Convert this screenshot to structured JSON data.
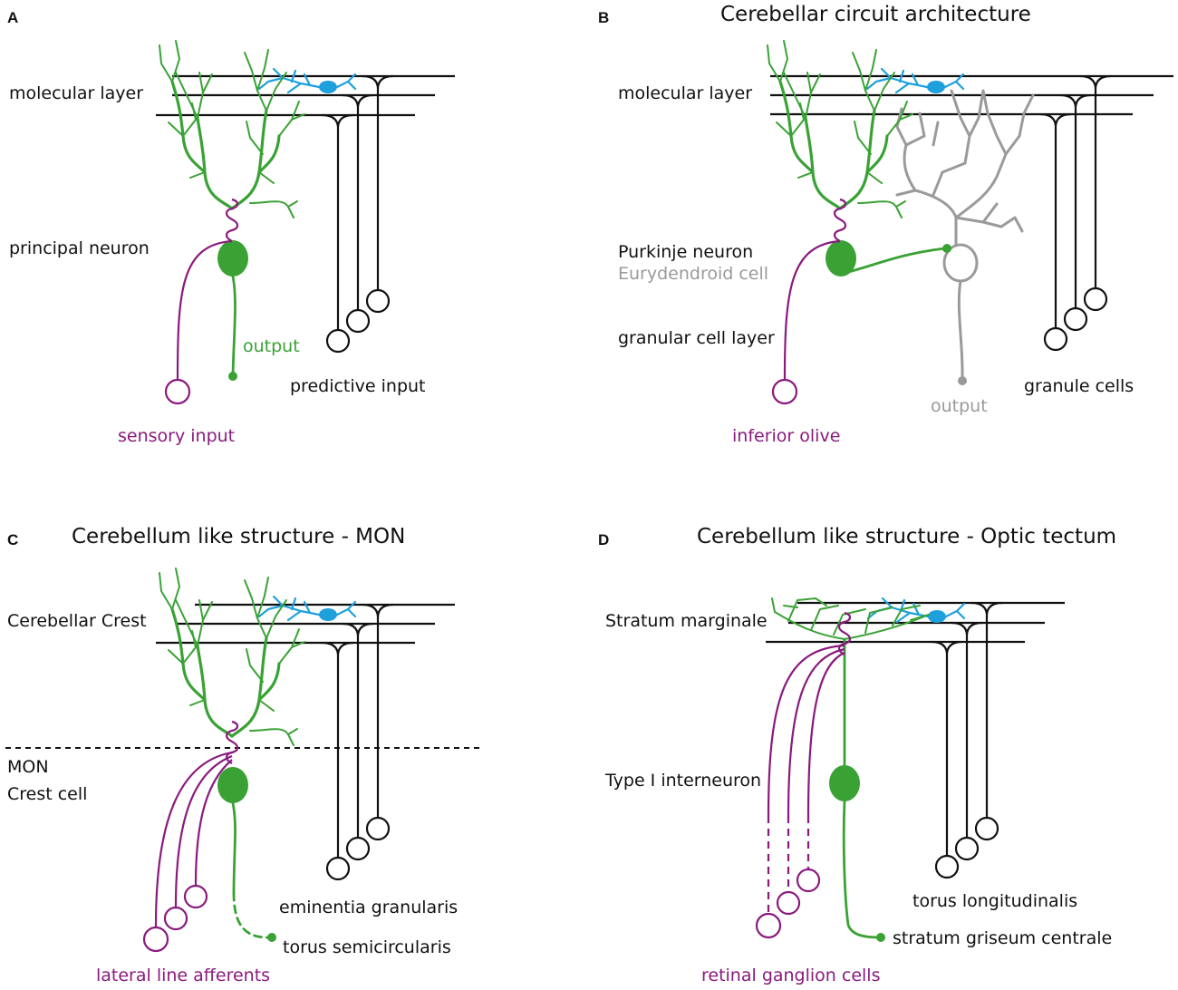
{
  "panels": {
    "a": {
      "letter": "A",
      "title": "",
      "labels": {
        "layer": "molecular layer",
        "neuron": "principal neuron",
        "output": "output",
        "predictive": "predictive input",
        "sensory": "sensory input"
      }
    },
    "b": {
      "letter": "B",
      "title": "Cerebellar circuit architecture",
      "labels": {
        "layer": "molecular layer",
        "purkinje": "Purkinje neuron",
        "eurydendroid": "Eurydendroid cell",
        "granular_layer": "granular cell layer",
        "granule": "granule cells",
        "output": "output",
        "olive": "inferior olive"
      }
    },
    "c": {
      "letter": "C",
      "title": "Cerebellum like structure - MON",
      "labels": {
        "layer": "Cerebellar Crest",
        "mon": "MON",
        "crest": "Crest cell",
        "eminentia": "eminentia granularis",
        "torus": "torus semicircularis",
        "afferents": "lateral line afferents"
      }
    },
    "d": {
      "letter": "D",
      "title": "Cerebellum like structure - Optic tectum",
      "labels": {
        "layer": "Stratum marginale",
        "interneuron": "Type I interneuron",
        "torus": "torus longitudinalis",
        "sgc": "stratum griseum centrale",
        "rgc": "retinal ganglion cells"
      }
    }
  },
  "colors": {
    "principal": "#3aa235",
    "climbing": "#8a1a7e",
    "interneuron": "#1ea0dc",
    "eurydendroid": "#9a9a9a",
    "granule": "#111111"
  }
}
